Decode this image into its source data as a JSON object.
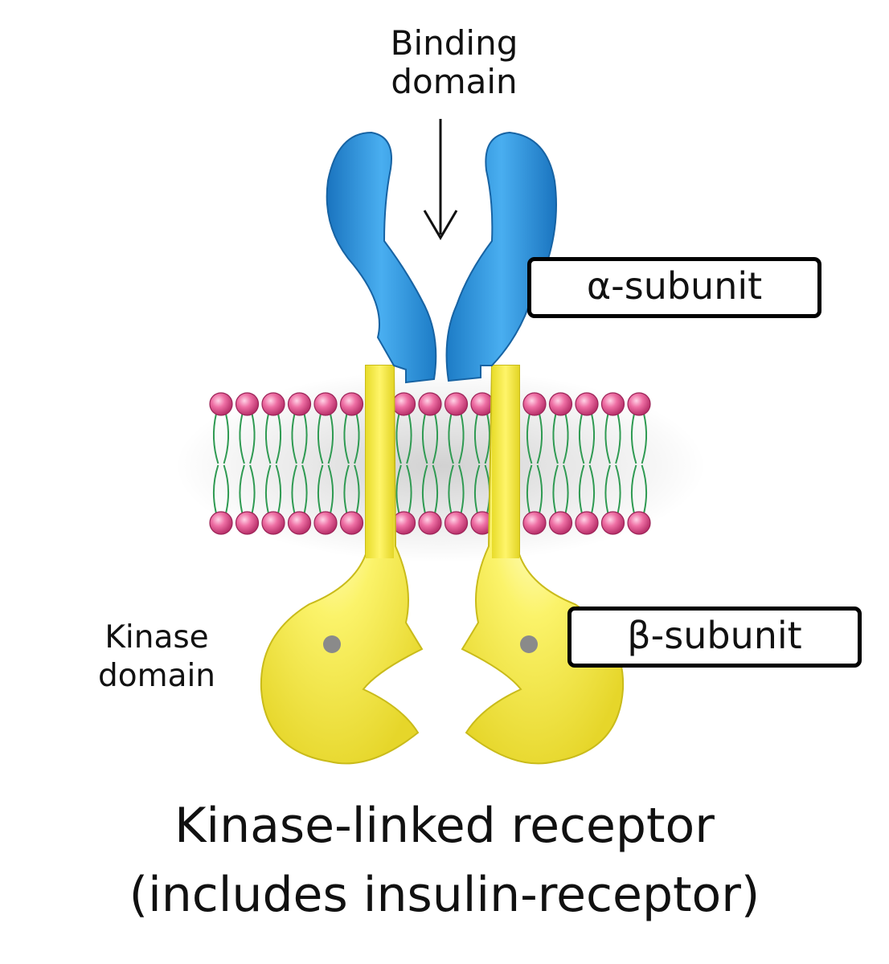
{
  "annotations": {
    "binding_domain": [
      "Binding",
      "domain"
    ],
    "kinase_domain": [
      "Kinase",
      "domain"
    ]
  },
  "labels": {
    "alpha_subunit": "α-subunit",
    "beta_subunit": "β-subunit"
  },
  "caption": {
    "line1": "Kinase-linked receptor",
    "line2": "(includes insulin-receptor)"
  },
  "colors": {
    "alpha_subunit": "#3d9fe0",
    "beta_subunit": "#f4ea3c",
    "phospholipid_head": "#e0508c",
    "lipid_tail": "#2f9a52"
  }
}
